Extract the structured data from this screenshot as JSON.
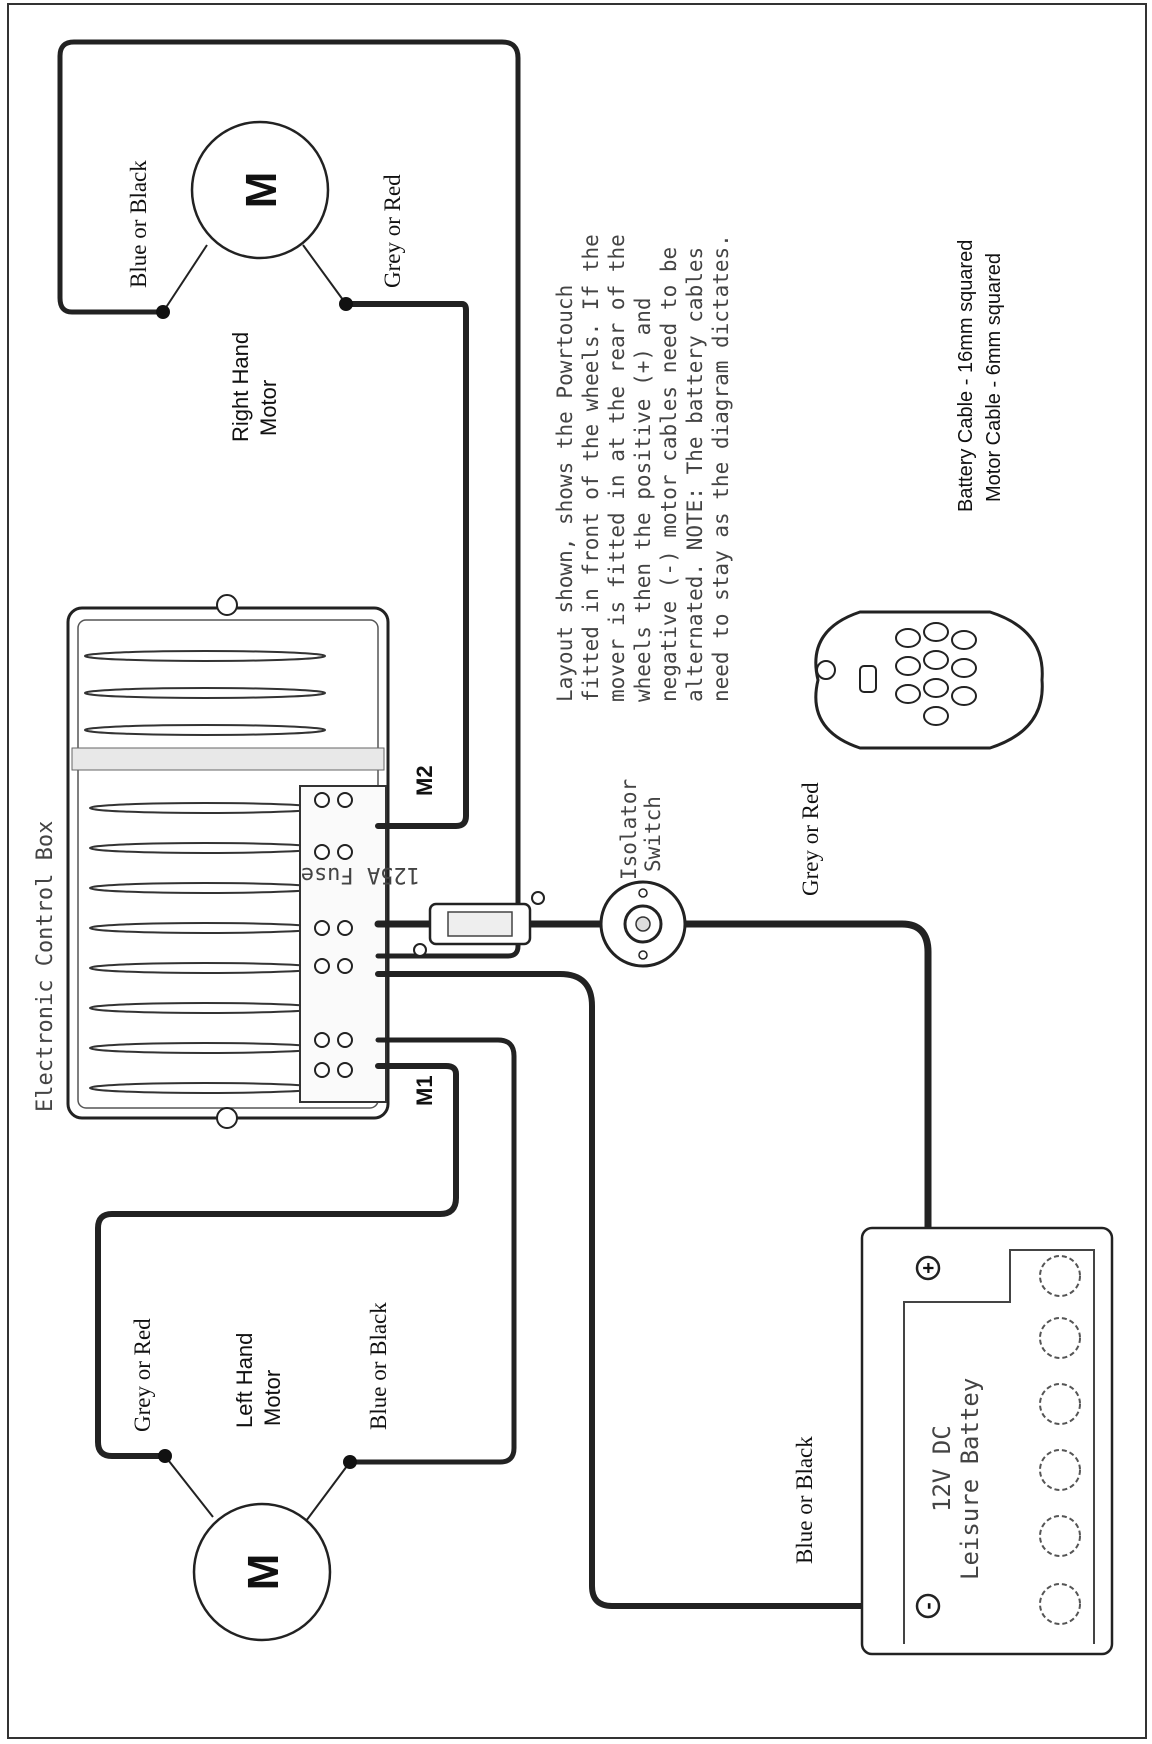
{
  "diagram": {
    "box_title": "Electronic Control Box",
    "right_motor": {
      "symbol": "M",
      "label_line1": "Right Hand",
      "label_line2": "Motor",
      "wire_a": "Blue or Black",
      "wire_b": "Grey or Red"
    },
    "left_motor": {
      "symbol": "M",
      "label_line1": "Left Hand",
      "label_line2": "Motor",
      "wire_a": "Grey or Red",
      "wire_b": "Blue or Black"
    },
    "terminal_m1": "M1",
    "terminal_m2": "M2",
    "fuse_label": "125A Fuse",
    "isolator_line1": "Isolator",
    "isolator_line2": "Switch",
    "positive_wire": "Grey or Red",
    "negative_wire": "Blue or Black",
    "battery_line1": "12V DC",
    "battery_line2": "Leisure Battey",
    "battery_plus": "+",
    "battery_minus": "-",
    "note_lines": [
      "Layout shown, shows the Powrtouch",
      "fitted in front of the wheels. If the",
      "mover is fitted in at the rear of the",
      "wheels then the positive (+) and",
      "negative (-) motor cables need to be",
      "alternated. NOTE: The battery cables",
      "need to stay as the diagram dictates."
    ],
    "cable_spec_1": "Battery Cable - 16mm squared",
    "cable_spec_2": "Motor Cable - 6mm squared"
  }
}
